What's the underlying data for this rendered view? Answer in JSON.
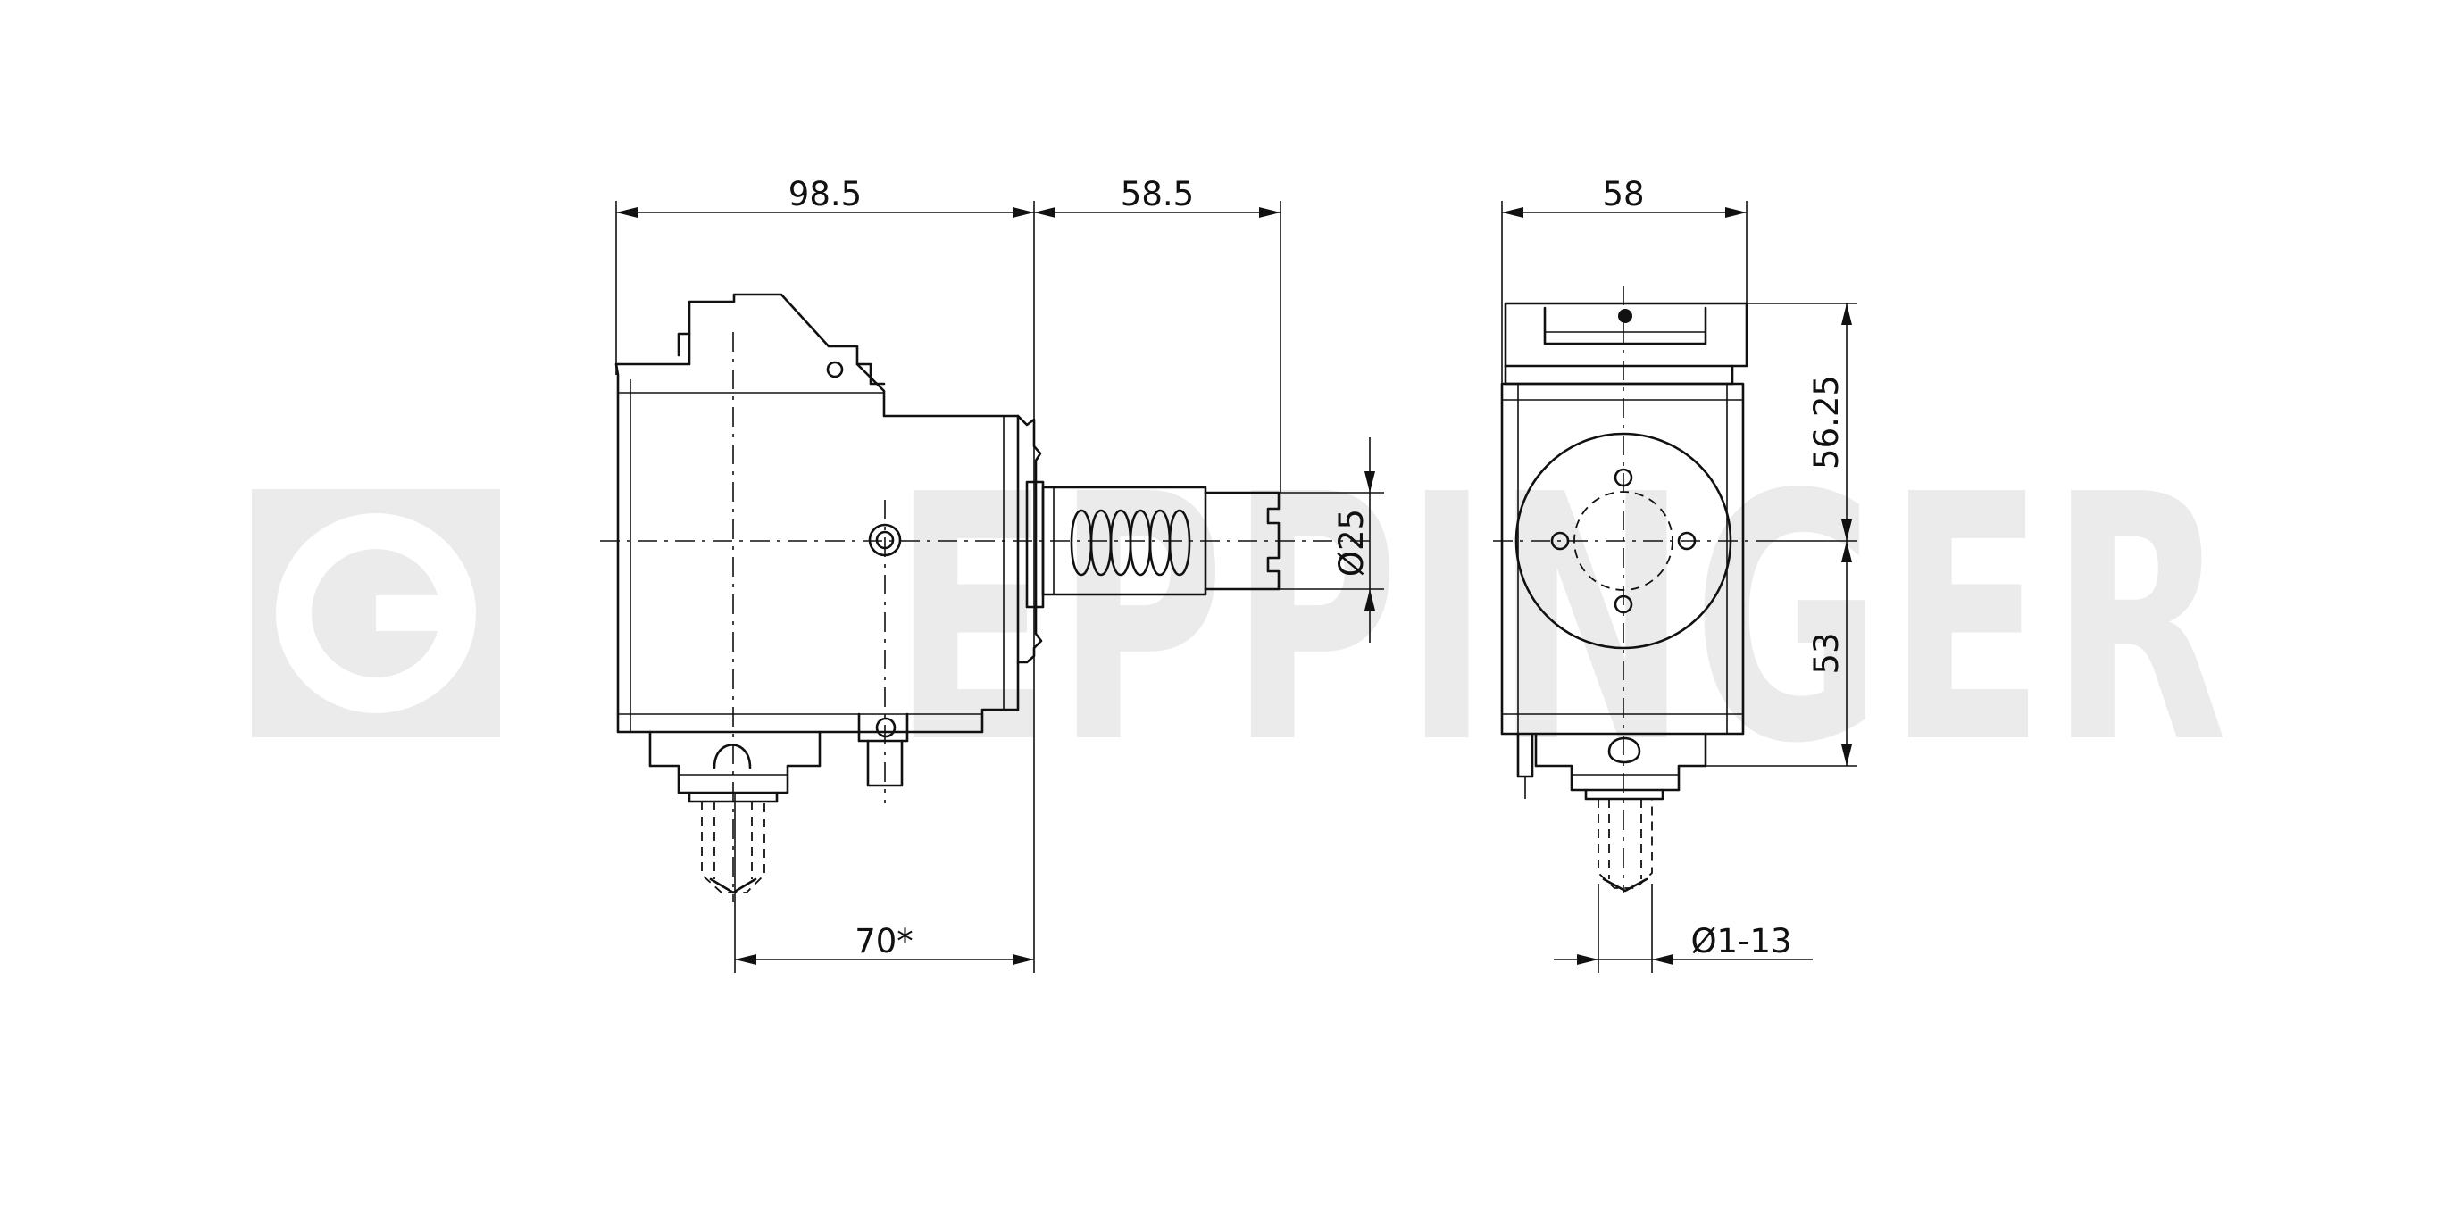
{
  "watermark": {
    "text": "EPPINGER",
    "color": "#e9e9e9"
  },
  "dimensions": {
    "left_view_width": "98.5",
    "shank_length": "58.5",
    "shank_diameter": "Ø25",
    "bottom_offset": "70*",
    "right_view_width": "58",
    "upper_height": "56.25",
    "lower_height": "53",
    "collet_range": "Ø1-13"
  },
  "icons": {
    "watermark_logo": "eppinger-logo-icon"
  }
}
